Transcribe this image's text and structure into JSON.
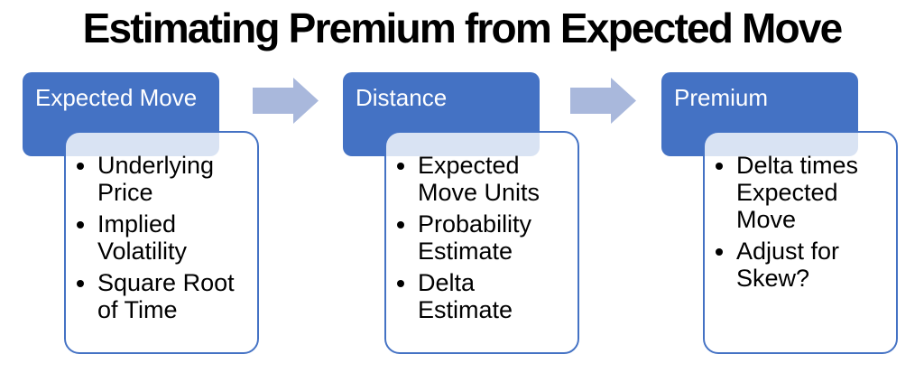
{
  "title": "Estimating Premium from Expected Move",
  "colors": {
    "header_bg": "#4472C4",
    "header_text": "#FFFFFF",
    "card_border": "#4472C4",
    "arrow": "#A9B8DC",
    "text": "#000000",
    "background": "#FFFFFF"
  },
  "groups": [
    {
      "header": "Expected Move",
      "bullets": [
        "Underlying Price",
        "Implied Volatility",
        "Square Root of Time"
      ]
    },
    {
      "header": "Distance",
      "bullets": [
        "Expected Move Units",
        "Probability Estimate",
        "Delta Estimate"
      ]
    },
    {
      "header": "Premium",
      "bullets": [
        "Delta times Expected Move",
        "Adjust for Skew?"
      ]
    }
  ],
  "icons": {
    "between_groups": "right-block-arrow"
  }
}
